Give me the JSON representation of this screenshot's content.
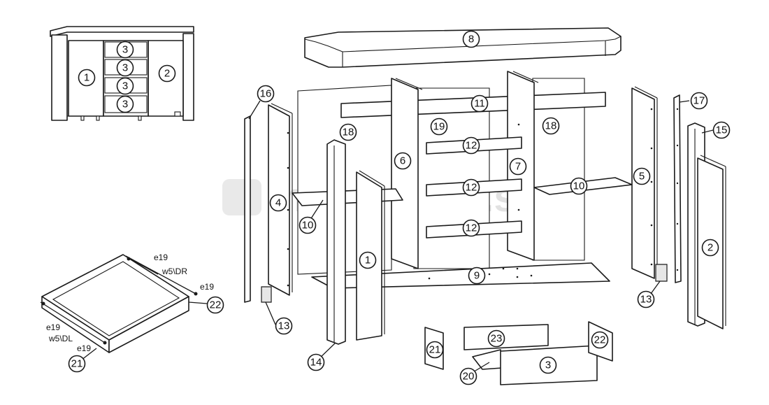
{
  "watermark": {
    "text": "mynabytok.sk"
  },
  "callouts": {
    "overview": [
      "1",
      "2",
      "3",
      "3",
      "3",
      "3"
    ],
    "top_board": "8",
    "back_panel_left": "18",
    "back_panel_right": "18",
    "back_panel_center": "19",
    "cross_rail": "11",
    "shelf_left": "10",
    "shelf_right": "10",
    "shelf_small": [
      "12",
      "12",
      "12"
    ],
    "divider_left": "6",
    "divider_right": "7",
    "bottom_board": "9",
    "side_left": "4",
    "side_right": "5",
    "strip_left": "16",
    "strip_right": "17",
    "post_left": "14",
    "post_right": "15",
    "door_left": "1",
    "door_right": "2",
    "foot_left": "13",
    "foot_right": "13",
    "drawer_side_left": "21",
    "drawer_side_right": "22",
    "drawer_back": "23",
    "drawer_bottom": "20",
    "drawer_front": "3",
    "drawer_assembly_left": "21",
    "drawer_assembly_right": "22"
  },
  "hardware": {
    "e19_a": "e19",
    "w5_dr": "w5\\DR",
    "e19_b": "e19",
    "e19_c": "e19",
    "w5_dl": "w5\\DL",
    "e19_d": "e19"
  }
}
